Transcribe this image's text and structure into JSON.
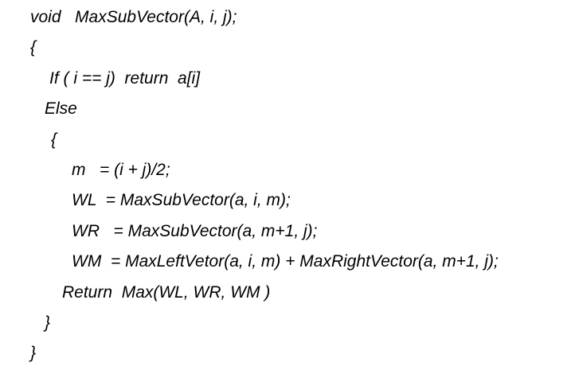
{
  "code": {
    "lines": [
      "void   MaxSubVector(A, i, j);",
      "{",
      "If ( i == j)  return  a[i]",
      "Else",
      "{",
      "m   = (i + j)/2;",
      "WL  = MaxSubVector(a, i, m);",
      "WR   = MaxSubVector(a, m+1, j);",
      "WM  = MaxLeftVetor(a, i, m) + MaxRightVector(a, m+1, j);",
      "Return  Max(WL, WR, WM )",
      "}",
      "}"
    ]
  }
}
